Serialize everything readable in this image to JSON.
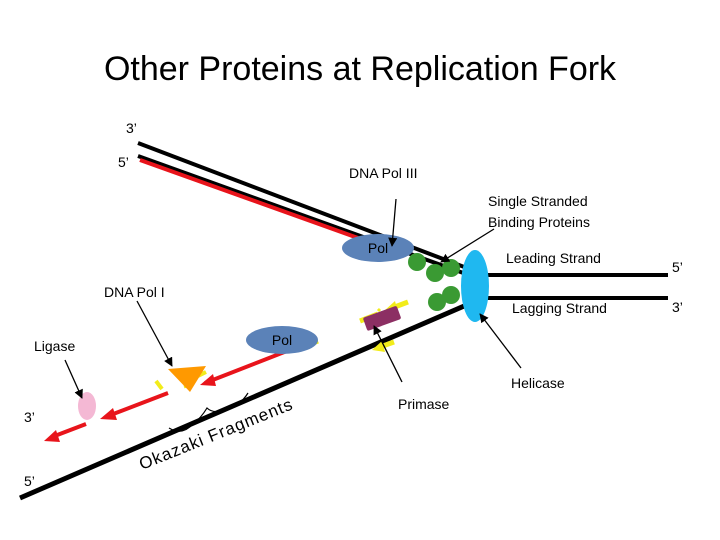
{
  "title": "Other Proteins at Replication Fork",
  "colors": {
    "dna": "#000000",
    "new_strand": "#e8141b",
    "pol": "#5b82b8",
    "ssb": "#3a9a33",
    "helicase": "#1fb8f0",
    "primase": "#8c2f63",
    "primer": "#f2ec1a",
    "ligase": "#f4b8d4",
    "pol1": "#ff9900"
  },
  "labels": {
    "top_3prime": "3’",
    "top_5prime": "5’",
    "dna_pol_3": "DNA Pol III",
    "ssb_line1": "Single Stranded",
    "ssb_line2": "Binding Proteins",
    "pol_upper": "Pol",
    "leading_strand": "Leading Strand",
    "right_5prime": "5’",
    "dna_pol_1": "DNA Pol I",
    "lagging_strand": "Lagging Strand",
    "right_3prime": "3’",
    "ligase": "Ligase",
    "pol_lower": "Pol",
    "helicase": "Helicase",
    "primase": "Primase",
    "left_3prime": "3’",
    "left_5prime": "5’",
    "okazaki_fragments": "Okazaki Fragments"
  },
  "icons": {
    "pol_upper": "polymerase-ellipse-icon",
    "pol_lower": "polymerase-ellipse-icon",
    "ssb": "ssb-circle-icon",
    "helicase": "helicase-ellipse-icon",
    "primase": "primase-block-icon",
    "ligase": "ligase-oval-icon",
    "pol1": "pol1-triangle-icon"
  }
}
